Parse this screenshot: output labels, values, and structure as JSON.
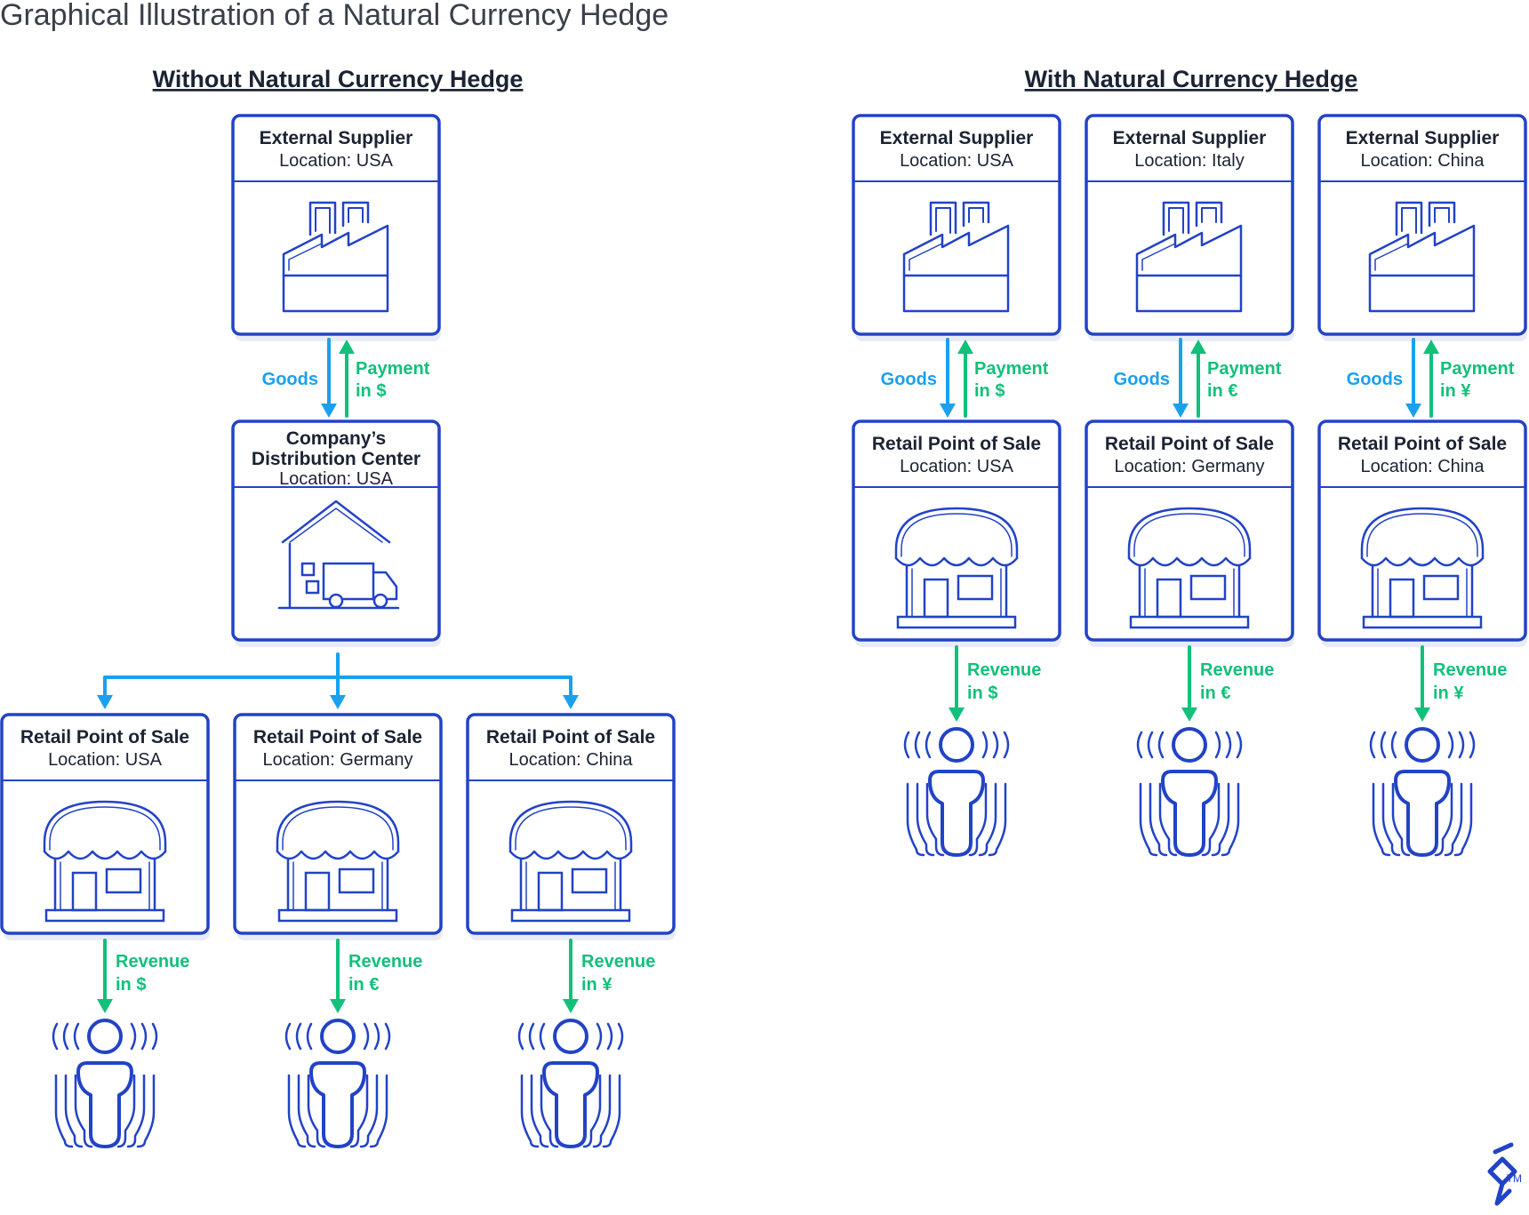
{
  "title": "Graphical Illustration of a Natural Currency Hedge",
  "colors": {
    "box": "#2243c6",
    "goods": "#1aa0ee",
    "payment": "#12c07a",
    "text": "#1b2333",
    "shadow": "#e8ecf6"
  },
  "left": {
    "heading": "Without Natural Currency Hedge",
    "supplier": {
      "name": "External Supplier",
      "location": "Location: USA",
      "icon": "factory-icon"
    },
    "goods_label": "Goods",
    "payment_label_1": "Payment",
    "payment_label_2": "in $",
    "distribution": {
      "name_1": "Company’s",
      "name_2": "Distribution Center",
      "location": "Location: USA",
      "icon": "warehouse-truck-icon"
    },
    "retail": [
      {
        "name": "Retail Point of Sale",
        "location": "Location: USA",
        "revenue_1": "Revenue",
        "revenue_2": "in $",
        "icon": "store-icon"
      },
      {
        "name": "Retail Point of Sale",
        "location": "Location: Germany",
        "revenue_1": "Revenue",
        "revenue_2": "in €",
        "icon": "store-icon"
      },
      {
        "name": "Retail Point of Sale",
        "location": "Location: China",
        "revenue_1": "Revenue",
        "revenue_2": "in ¥",
        "icon": "store-icon"
      }
    ]
  },
  "right": {
    "heading": "With Natural Currency Hedge",
    "columns": [
      {
        "supplier_name": "External Supplier",
        "supplier_location": "Location: USA",
        "goods_label": "Goods",
        "payment_1": "Payment",
        "payment_2": "in $",
        "retail_name": "Retail Point of Sale",
        "retail_location": "Location: USA",
        "revenue_1": "Revenue",
        "revenue_2": "in $"
      },
      {
        "supplier_name": "External Supplier",
        "supplier_location": "Location: Italy",
        "goods_label": "Goods",
        "payment_1": "Payment",
        "payment_2": "in €",
        "retail_name": "Retail Point of Sale",
        "retail_location": "Location: Germany",
        "revenue_1": "Revenue",
        "revenue_2": "in €"
      },
      {
        "supplier_name": "External Supplier",
        "supplier_location": "Location: China",
        "goods_label": "Goods",
        "payment_1": "Payment",
        "payment_2": "in ¥",
        "retail_name": "Retail Point of Sale",
        "retail_location": "Location: China",
        "revenue_1": "Revenue",
        "revenue_2": "in ¥"
      }
    ]
  },
  "trademark": "TM",
  "logo_icon": "toptal-logo-icon"
}
